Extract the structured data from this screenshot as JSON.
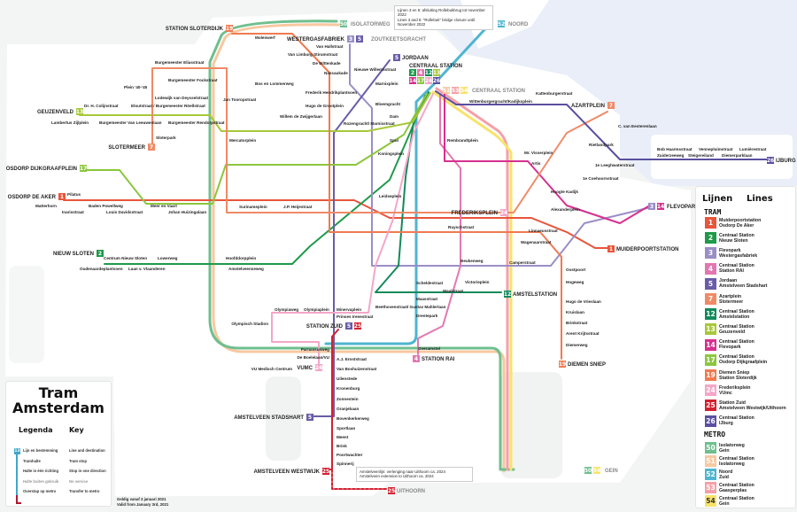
{
  "lines": [
    {
      "num": "1",
      "color": "#e8553a",
      "from": "Muiderpoortstation",
      "to": "Osdorp De Aker"
    },
    {
      "num": "2",
      "color": "#1e9a4a",
      "from": "Centraal Station",
      "to": "Nieuw Sloten"
    },
    {
      "num": "3",
      "color": "#9a8ec6",
      "from": "Flevopark",
      "to": "Westergasfabriek"
    },
    {
      "num": "4",
      "color": "#e377b0",
      "from": "Centraal Station",
      "to": "Station RAI"
    },
    {
      "num": "5",
      "color": "#6a5ca8",
      "from": "Jordaan",
      "to": "Amstelveen Stadshart"
    },
    {
      "num": "7",
      "color": "#f08a66",
      "from": "Azartplein",
      "to": "Slotermeer"
    },
    {
      "num": "12",
      "color": "#128a5a",
      "from": "Centraal Station",
      "to": "Amstelstation"
    },
    {
      "num": "13",
      "color": "#a8c83a",
      "from": "Centraal Station",
      "to": "Geuzenveld"
    },
    {
      "num": "14",
      "color": "#d6308f",
      "from": "Centraal Station",
      "to": "Flevopark"
    },
    {
      "num": "17",
      "color": "#8cc63f",
      "from": "Centraal Station",
      "to": "Osdorp Dijkgraafplein"
    },
    {
      "num": "19",
      "color": "#f07a50",
      "from": "Diemen Sniep",
      "to": "Station Sloterdijk"
    },
    {
      "num": "24",
      "color": "#f4a6c8",
      "from": "Frederiksplein",
      "to": "VUmc"
    },
    {
      "num": "25",
      "color": "#d32030",
      "from": "Station Zuid",
      "to": "Amstelveen Westwijk/Uithoorn"
    },
    {
      "num": "26",
      "color": "#5a4fa0",
      "from": "Centraal Station",
      "to": "IJburg"
    }
  ],
  "metro": [
    {
      "num": "50",
      "color": "#6fbf8e",
      "from": "Isolatorweg",
      "to": "Gein"
    },
    {
      "num": "51",
      "color": "#f7c8a0",
      "from": "Centraal Station",
      "to": "Isolatorweg"
    },
    {
      "num": "52",
      "color": "#4fb5d0",
      "from": "Noord",
      "to": "Zuid"
    },
    {
      "num": "53",
      "color": "#f4a0a8",
      "from": "Centraal Station",
      "to": "Gaasperplas"
    },
    {
      "num": "54",
      "color": "#f7e36a",
      "from": "Centraal Station",
      "to": "Gein"
    }
  ],
  "legend_right": {
    "title_nl": "Lijnen",
    "title_en": "Lines",
    "tram": "TRAM",
    "metro": "METRO"
  },
  "legend_left": {
    "title": "Tram Amsterdam",
    "title_line1": "Tram",
    "title_line2": "Amsterdam",
    "nl": "Legenda",
    "en": "Key",
    "badge": "13",
    "items": [
      {
        "nl": "Lijn en bestemming",
        "en": "Line and destination"
      },
      {
        "nl": "Tramhalte",
        "en": "Tram stop"
      },
      {
        "nl": "Halte in één richting",
        "en": "Stop in one direction"
      },
      {
        "nl": "Halte buiten gebruik",
        "en": "No service"
      },
      {
        "nl": "Overstap op metro",
        "en": "Transfer to metro"
      }
    ]
  },
  "valid": {
    "nl": "Geldig vanaf 3 januari 2021",
    "en": "Valid from January 3rd, 2021"
  },
  "notes": {
    "top_nl": "Lijnen 3 en 5: afsluiting Rollebukbrug tot november 2022",
    "top_en": "Lines 3 and 5: \"Rollebuk\" bridge closure until November 2022",
    "bottom_nl": "Amstelveenlijn: verlenging naar Uithoorn ca. 2024",
    "bottom_en": "Amstelveen extension to Uithoorn ca. 2024"
  },
  "terminals": [
    {
      "label": "STATION SLOTERDIJK",
      "lines": [
        "19"
      ]
    },
    {
      "label": "WESTERGASFABRIEK",
      "lines": [
        "3",
        "5"
      ]
    },
    {
      "label": "ZOUTKEETSGRACHT",
      "lines": []
    },
    {
      "label": "JORDAAN",
      "lines": [
        "5"
      ]
    },
    {
      "label": "CENTRAAL STATION",
      "lines": [
        "2",
        "4",
        "12",
        "13",
        "14",
        "17",
        "24",
        "26"
      ]
    },
    {
      "label": "GEUZENVELD",
      "lines": [
        "13"
      ]
    },
    {
      "label": "SLOTERMEER",
      "lines": [
        "7"
      ]
    },
    {
      "label": "OSDORP DIJKGRAAFPLEIN",
      "lines": [
        "17"
      ]
    },
    {
      "label": "OSDORP DE AKER",
      "lines": [
        "1"
      ]
    },
    {
      "label": "NIEUW SLOTEN",
      "lines": [
        "2"
      ]
    },
    {
      "label": "STATION ZUID",
      "lines": [
        "5",
        "25"
      ]
    },
    {
      "label": "VUMC",
      "lines": [
        "24"
      ]
    },
    {
      "label": "AMSTELVEEN STADSHART",
      "lines": [
        "5"
      ]
    },
    {
      "label": "AMSTELVEEN WESTWIJK",
      "lines": [
        "25"
      ]
    },
    {
      "label": "UITHOORN",
      "lines": [
        "25"
      ]
    },
    {
      "label": "STATION RAI",
      "lines": [
        "4"
      ]
    },
    {
      "label": "AMSTELSTATION",
      "lines": [
        "12"
      ]
    },
    {
      "label": "DIEMEN SNIEP",
      "lines": [
        "19"
      ]
    },
    {
      "label": "MUIDERPOORTSTATION",
      "lines": [
        "1"
      ]
    },
    {
      "label": "FLEVOPARK",
      "lines": [
        "3",
        "14"
      ]
    },
    {
      "label": "AZARTPLEIN",
      "lines": [
        "7"
      ]
    },
    {
      "label": "IJBURG",
      "lines": [
        "26"
      ]
    },
    {
      "label": "FREDERIKSPLEIN",
      "lines": [
        "24"
      ]
    },
    {
      "label": "ISOLATORWEG",
      "lines": [
        "50"
      ]
    },
    {
      "label": "NOORD",
      "lines": [
        "52"
      ]
    },
    {
      "label": "GEIN",
      "lines": [
        "50",
        "54"
      ]
    },
    {
      "label": "CENTRAAL STATION",
      "lines": [
        "51",
        "53",
        "54"
      ]
    }
  ],
  "stations": [
    "Lambertus Zijlplein",
    "Dr. H. Colijnstraat",
    "Burgemeester Van Leeuwenlaan",
    "Eloutstraat / Burgemeester Röellstraat",
    "Burgemeester Rendorpstraat",
    "Sloterpark",
    "Lodewijk van Deysselstraat",
    "Plein '40-'45",
    "Burgemeester Fockstraat",
    "Burgemeester Eliasstraat",
    "Matterhorn",
    "Pilatus",
    "Inarisstraat",
    "Baden Powellweg",
    "Louis Davidsstraat",
    "Meer en Vaart",
    "Johan Huizingalaan",
    "Surinameplein",
    "J.P. Heijestraat",
    "Centrum Nieuw Sloten",
    "Oudenaardeplantsoen",
    "Laan v. Vlaanderen",
    "Lowerweg",
    "Hoofddorpplein",
    "Amstelveenseweg",
    "Molenwerf",
    "Willem de Zwijgerlaan",
    "Bos en Lommerweg",
    "Van Hallstraat",
    "Van Limburg Stirumstraat",
    "De Wittenkade",
    "Nassaukade",
    "Frederik Hendrikplantsoen",
    "Hugo de Grootplein",
    "Marnixplein",
    "Nieuwe Willemsstraat",
    "Bloemgracht",
    "Rozengracht/ Marnixstraat",
    "Dam",
    "Spui",
    "Koningsplein",
    "Leidseplein",
    "Rembrandtplein",
    "Mr. Visserplein",
    "Artis",
    "Alexanderplein",
    "Kattenburgerstraat",
    "Wittenburgergracht/Kadijksplein",
    "C. van Eesterenlaan",
    "Rietlandpark",
    "1e Leeghwaterstraat",
    "1e Coehoornstraat",
    "Zuiderzeeweg",
    "Bob Haarmsstraat",
    "Steigereiland",
    "Vennepluimstraat",
    "Diemerparklaan",
    "Lumièrestraat",
    "Oostpoort",
    "Hogeweg",
    "Hugo de Vrieslaan",
    "Kruislaan",
    "Brinkstraat",
    "Arent Krijtsstraat",
    "Diemerweg",
    "Wagenaarstraat",
    "Olympiaweg",
    "Olympiaplein",
    "Minervaplein",
    "Prinses Irenestraat",
    "Beethovenstraat/ Gustav Mahlerlaan",
    "Parnassusweg",
    "De Boelelaan/VU",
    "VU Medisch Centrum",
    "A.J. Ernststraat",
    "Van Boshuizenstraat",
    "Uilenstede",
    "Kronenburg",
    "Zonnestein",
    "Oranjebaan",
    "Bovenkerkerweg",
    "Sportlaan",
    "Meent",
    "Brink",
    "Poortwachter",
    "Spinnerij",
    "Overamstel",
    "Drentepark",
    "Maasstraat",
    "Scheldestraat",
    "Waalstraat",
    "Victorieplein",
    "Linnaeusstraat",
    "Beukenweg",
    "Hoogte Kadijk",
    "Camperstraat",
    "Ruyschstraat",
    "Olympisch Stadion",
    "Jan Tooropstraat",
    "Mercatorplein"
  ]
}
